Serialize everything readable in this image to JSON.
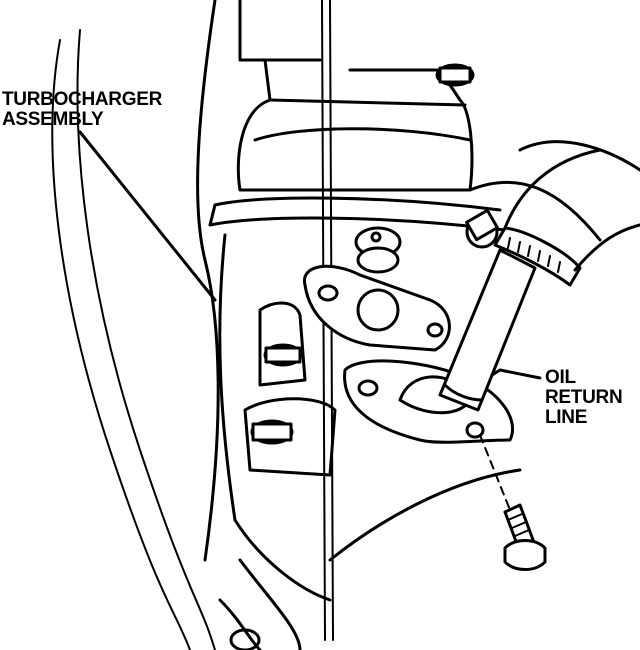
{
  "labels": {
    "turbocharger": [
      "TURBOCHARGER",
      "ASSEMBLY"
    ],
    "oil_return": [
      "OIL",
      "RETURN",
      "LINE"
    ]
  }
}
